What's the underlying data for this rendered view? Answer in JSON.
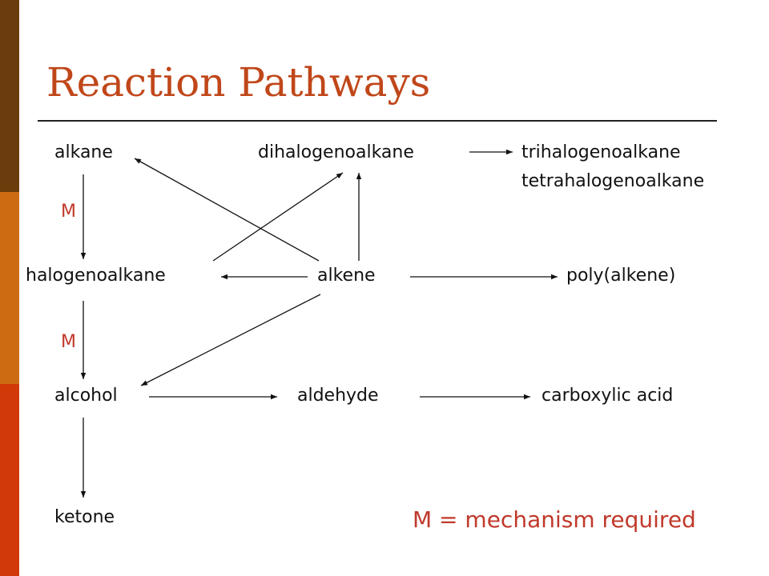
{
  "colors": {
    "stripe_top": "#6b3d0d",
    "stripe_middle": "#cc6b12",
    "stripe_bottom": "#d13a08",
    "title": "#c0471a",
    "rule": "#222222",
    "text": "#111111",
    "mechanism": "#c0392b",
    "arrow": "#111111"
  },
  "title": "Reaction Pathways",
  "nodes": {
    "alkane": "alkane",
    "dihalogenoalkane": "dihalogenoalkane",
    "trihalogenoalkane": "trihalogenoalkane",
    "tetrahalogenoalkane": "tetrahalogenoalkane",
    "halogenoalkane": "halogenoalkane",
    "alkene": "alkene",
    "polyalkene": "poly(alkene)",
    "alcohol": "alcohol",
    "aldehyde": "aldehyde",
    "carboxylic_acid": "carboxylic acid",
    "ketone": "ketone"
  },
  "mechanism_marks": [
    "M",
    "M"
  ],
  "legend": "M = mechanism required",
  "edges": [
    {
      "from": "alkane",
      "to": "halogenoalkane",
      "mechanism": true
    },
    {
      "from": "halogenoalkane",
      "to": "alcohol",
      "mechanism": true
    },
    {
      "from": "alcohol",
      "to": "ketone"
    },
    {
      "from": "alcohol",
      "to": "aldehyde"
    },
    {
      "from": "aldehyde",
      "to": "carboxylic_acid"
    },
    {
      "from": "alkene",
      "to": "halogenoalkane"
    },
    {
      "from": "alkene",
      "to": "polyalkene"
    },
    {
      "from": "alkene",
      "to": "alkane"
    },
    {
      "from": "alkene",
      "to": "dihalogenoalkane"
    },
    {
      "from": "halogenoalkane",
      "to": "dihalogenoalkane"
    },
    {
      "from": "alkene",
      "to": "alcohol"
    },
    {
      "from": "dihalogenoalkane",
      "to": "trihalogenoalkane"
    }
  ]
}
